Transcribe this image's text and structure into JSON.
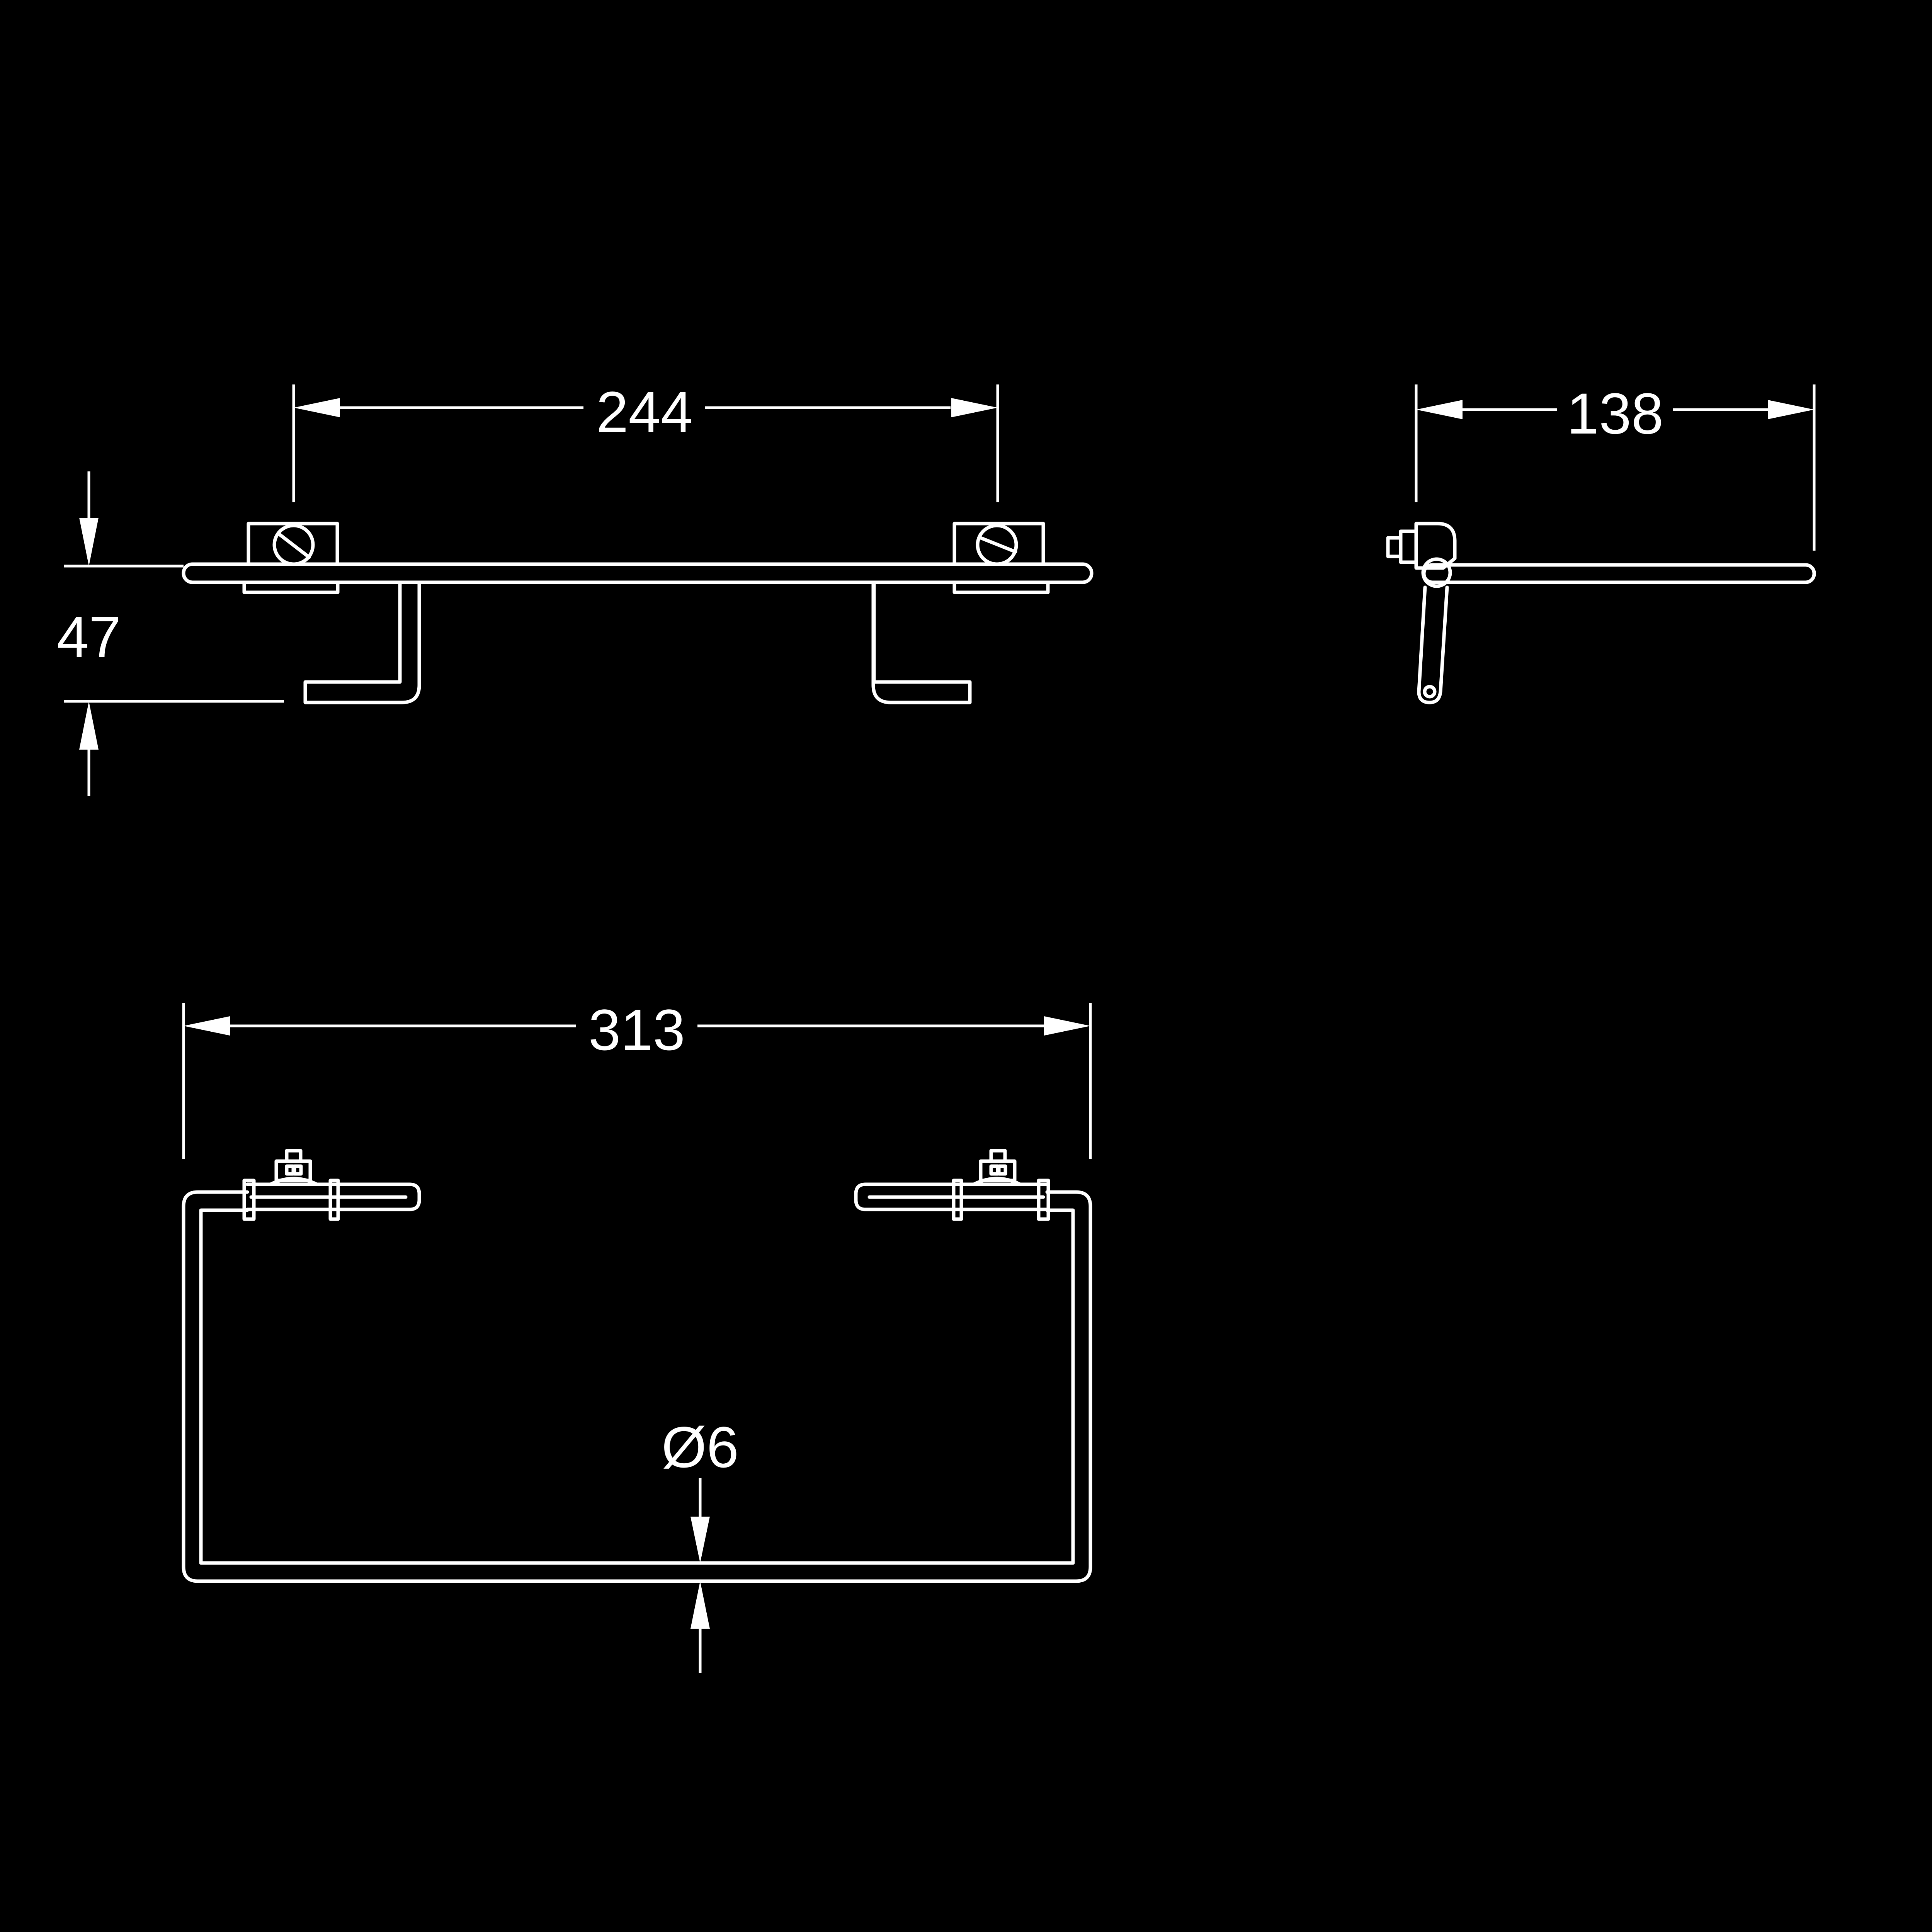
{
  "colors": {
    "background": "#000000",
    "line": "#ffffff"
  },
  "dimensions": {
    "front_mount_spacing": "244",
    "front_height": "47",
    "side_depth": "138",
    "top_width": "313",
    "rod_diameter": "Ø6"
  }
}
